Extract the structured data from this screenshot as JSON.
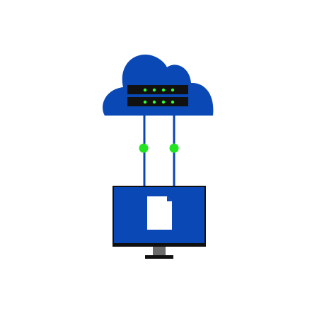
{
  "illustration": {
    "subject": "cloud-server-to-monitor",
    "colors": {
      "background": "#ffffff",
      "brand_blue": "#0a49b5",
      "connector_blue": "#0b45b0",
      "server_black": "#111111",
      "led_green": "#31ff31",
      "node_green": "#22e522",
      "monitor_bezel": "#0f0f0f",
      "stand_gray": "#6b6b6b",
      "document_white": "#ffffff"
    },
    "icons": {
      "cloud": "cloud-icon",
      "server": "server-rack-icon",
      "document": "document-icon",
      "monitor": "monitor-icon"
    },
    "server": {
      "units": 2,
      "leds_per_unit": 4
    },
    "connections": {
      "count": 2
    }
  }
}
